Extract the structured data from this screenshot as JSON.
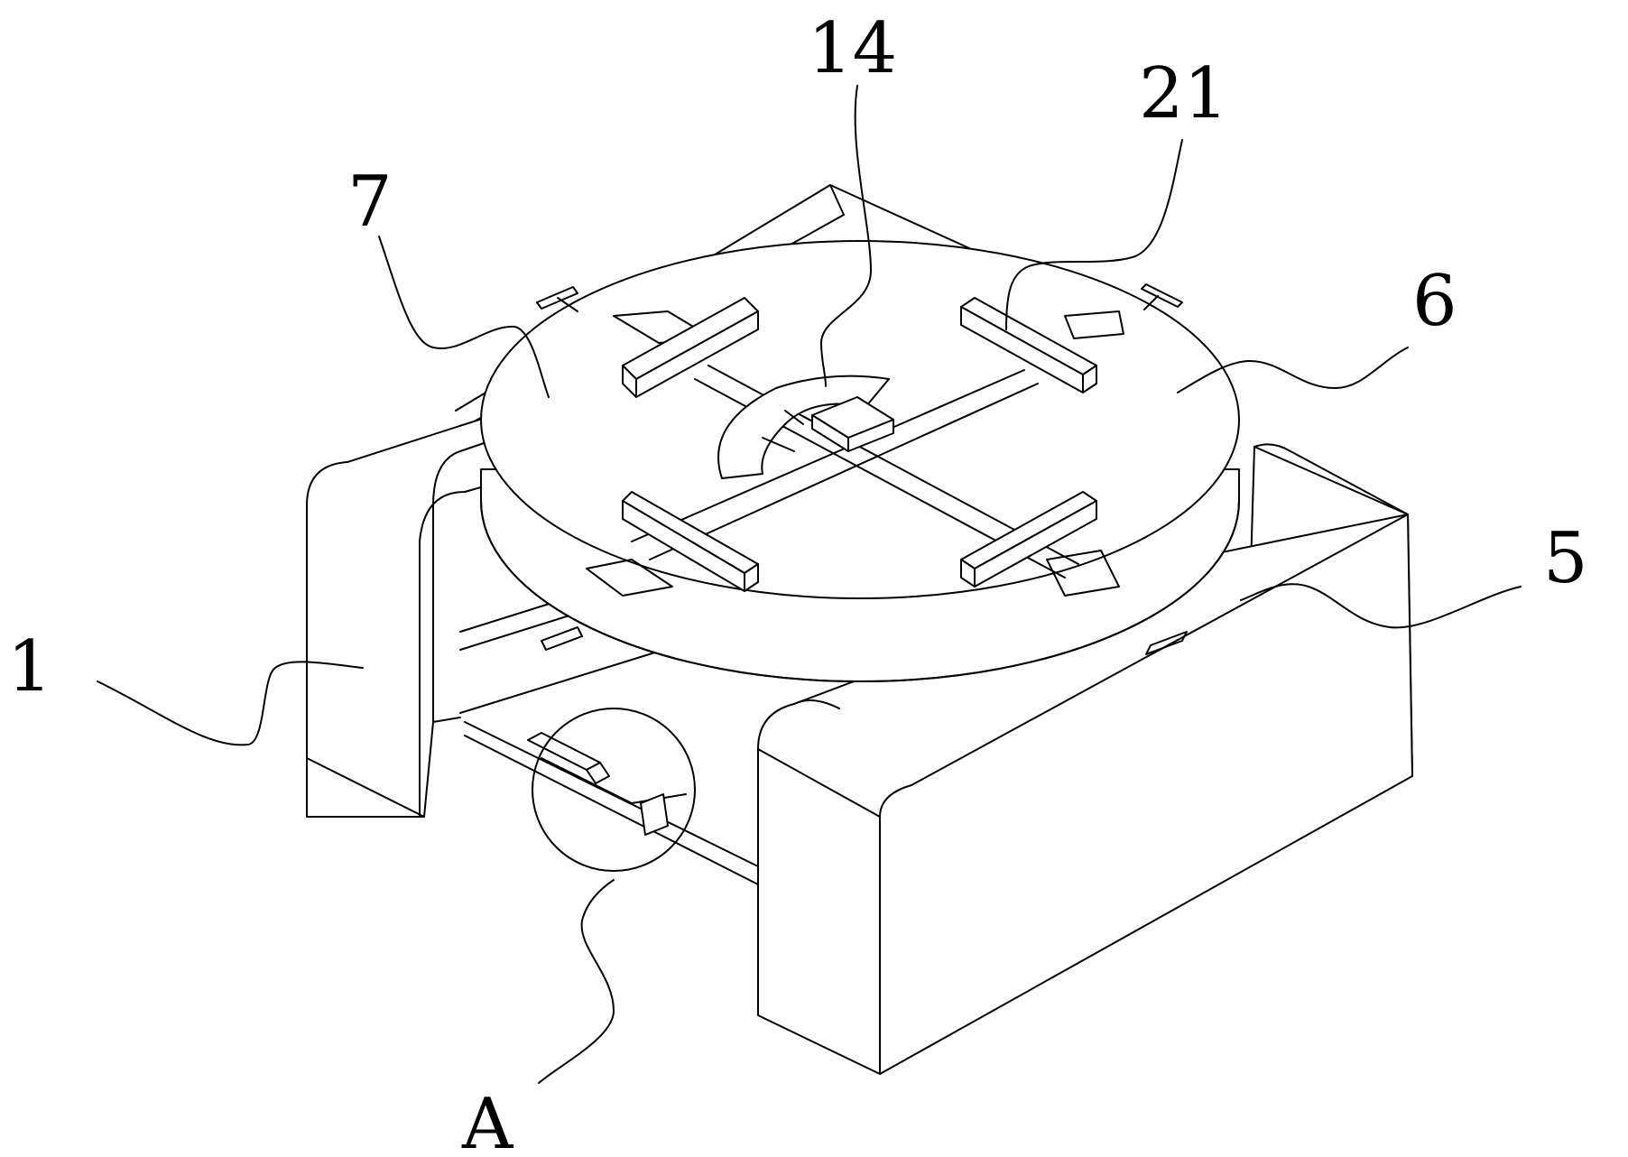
{
  "figure": {
    "labels": {
      "part_1": "1",
      "part_5": "5",
      "part_6": "6",
      "part_7": "7",
      "part_14": "14",
      "part_21": "21",
      "detail_a": "A"
    }
  }
}
